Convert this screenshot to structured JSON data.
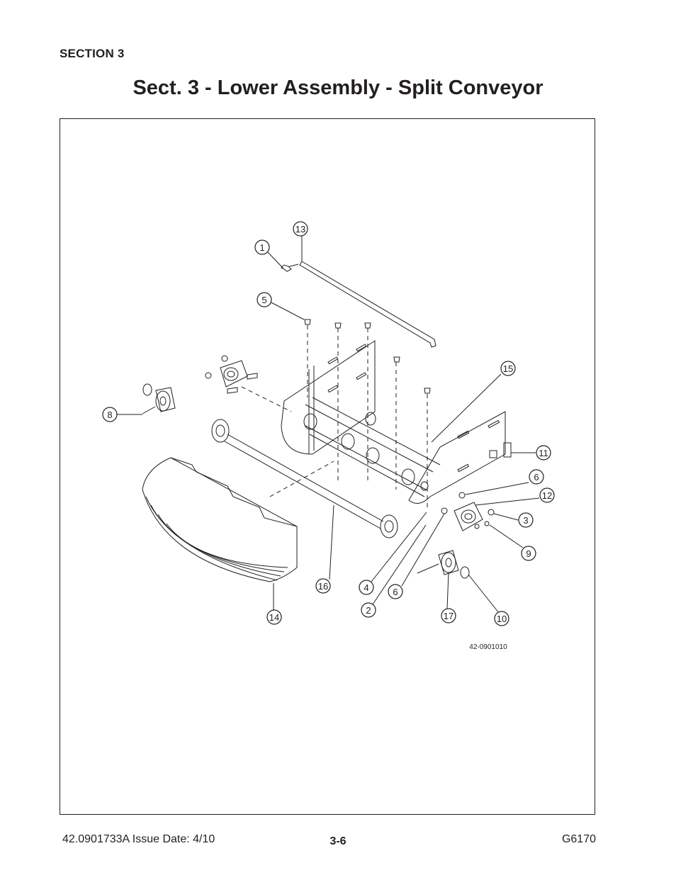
{
  "header": {
    "section": "SECTION 3",
    "title": "Sect. 3 - Lower Assembly - Split Conveyor"
  },
  "figure": {
    "drawing_number": "42-0901010",
    "callouts": [
      "1",
      "2",
      "3",
      "4",
      "5",
      "6",
      "6",
      "8",
      "9",
      "10",
      "11",
      "12",
      "13",
      "14",
      "15",
      "16",
      "17"
    ]
  },
  "footer": {
    "doc_info": "42.0901733A  Issue Date: 4/10",
    "page_number": "3-6",
    "model": "G6170"
  }
}
